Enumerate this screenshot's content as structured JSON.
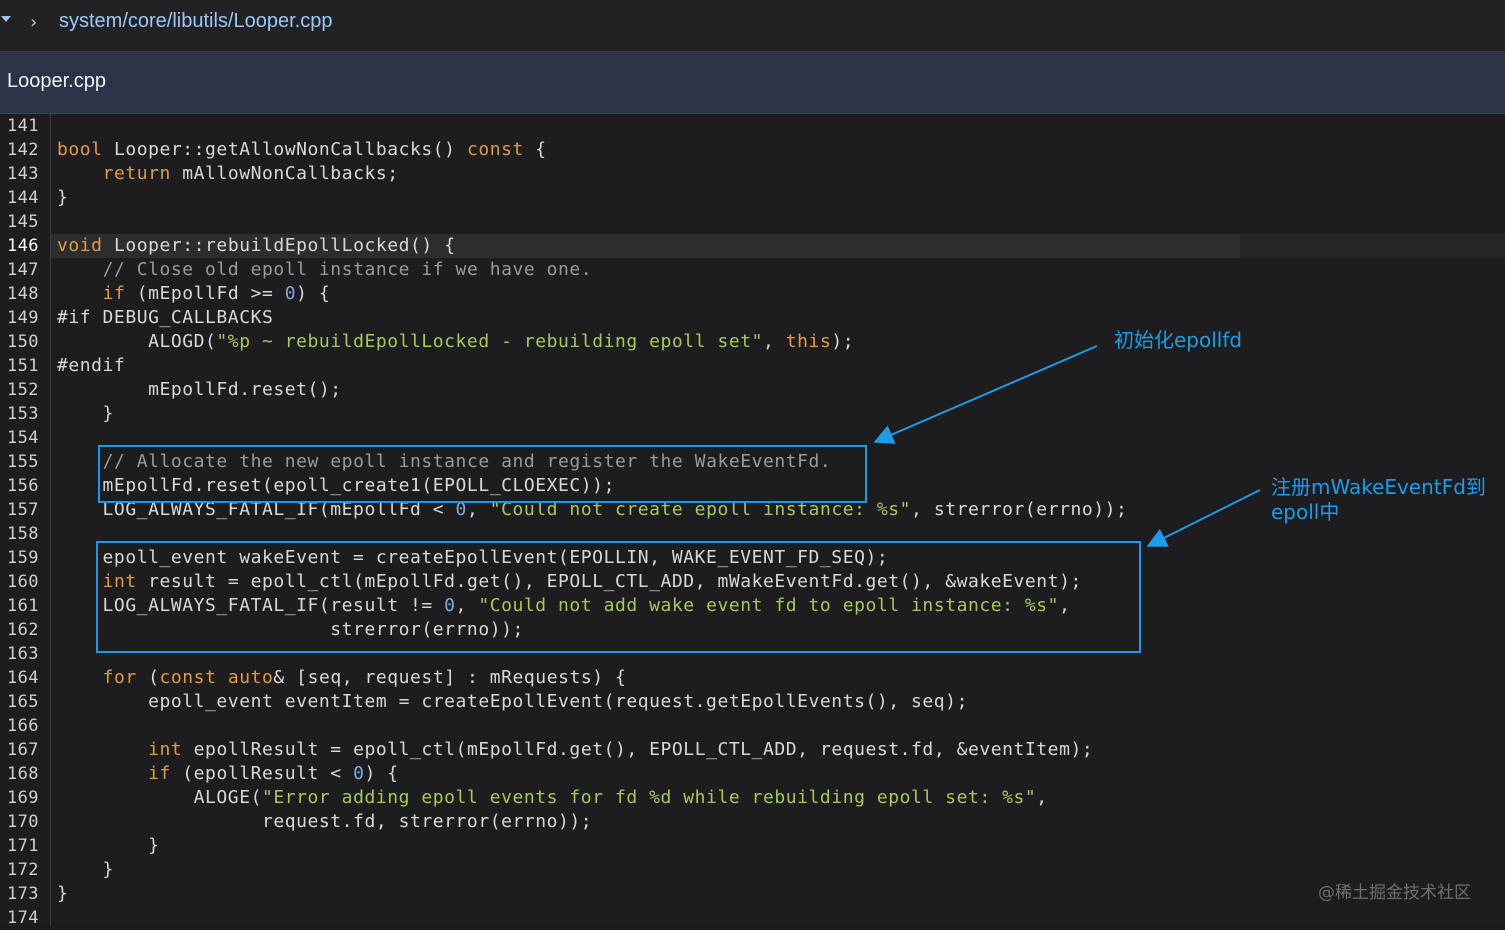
{
  "breadcrumb": {
    "path": "system/core/libutils/Looper.cpp"
  },
  "tab": {
    "title": "Looper.cpp"
  },
  "editor": {
    "current_line": "146",
    "lines": [
      {
        "n": "141",
        "c": []
      },
      {
        "n": "142",
        "c": [
          [
            "kw",
            "bool"
          ],
          [
            "p",
            " Looper::getAllowNonCallbacks() "
          ],
          [
            "kw",
            "const"
          ],
          [
            "p",
            " {"
          ]
        ]
      },
      {
        "n": "143",
        "c": [
          [
            "p",
            "    "
          ],
          [
            "kw",
            "return"
          ],
          [
            "p",
            " mAllowNonCallbacks;"
          ]
        ]
      },
      {
        "n": "144",
        "c": [
          [
            "p",
            "}"
          ]
        ]
      },
      {
        "n": "145",
        "c": []
      },
      {
        "n": "146",
        "c": [
          [
            "kw",
            "void"
          ],
          [
            "p",
            " Looper::rebuildEpollLocked() {"
          ]
        ]
      },
      {
        "n": "147",
        "c": [
          [
            "p",
            "    "
          ],
          [
            "cmt",
            "// Close old epoll instance if we have one."
          ]
        ]
      },
      {
        "n": "148",
        "c": [
          [
            "p",
            "    "
          ],
          [
            "kw",
            "if"
          ],
          [
            "p",
            " (mEpollFd >= "
          ],
          [
            "num",
            "0"
          ],
          [
            "p",
            ") {"
          ]
        ]
      },
      {
        "n": "149",
        "c": [
          [
            "p",
            "#if DEBUG_CALLBACKS"
          ]
        ]
      },
      {
        "n": "150",
        "c": [
          [
            "p",
            "        ALOGD("
          ],
          [
            "str",
            "\"%p ~ rebuildEpollLocked - rebuilding epoll set\""
          ],
          [
            "p",
            ", "
          ],
          [
            "kw",
            "this"
          ],
          [
            "p",
            ");"
          ]
        ]
      },
      {
        "n": "151",
        "c": [
          [
            "p",
            "#endif"
          ]
        ]
      },
      {
        "n": "152",
        "c": [
          [
            "p",
            "        mEpollFd.reset();"
          ]
        ]
      },
      {
        "n": "153",
        "c": [
          [
            "p",
            "    }"
          ]
        ]
      },
      {
        "n": "154",
        "c": []
      },
      {
        "n": "155",
        "c": [
          [
            "p",
            "    "
          ],
          [
            "cmt",
            "// Allocate the new epoll instance and register the WakeEventFd."
          ]
        ]
      },
      {
        "n": "156",
        "c": [
          [
            "p",
            "    mEpollFd.reset(epoll_create1(EPOLL_CLOEXEC));"
          ]
        ]
      },
      {
        "n": "157",
        "c": [
          [
            "p",
            "    LOG_ALWAYS_FATAL_IF(mEpollFd < "
          ],
          [
            "num",
            "0"
          ],
          [
            "p",
            ", "
          ],
          [
            "str",
            "\"Could not create epoll instance: %s\""
          ],
          [
            "p",
            ", strerror(errno));"
          ]
        ]
      },
      {
        "n": "158",
        "c": []
      },
      {
        "n": "159",
        "c": [
          [
            "p",
            "    epoll_event wakeEvent = createEpollEvent(EPOLLIN, WAKE_EVENT_FD_SEQ);"
          ]
        ]
      },
      {
        "n": "160",
        "c": [
          [
            "p",
            "    "
          ],
          [
            "kw",
            "int"
          ],
          [
            "p",
            " result = epoll_ctl(mEpollFd.get(), EPOLL_CTL_ADD, mWakeEventFd.get(), &wakeEvent);"
          ]
        ]
      },
      {
        "n": "161",
        "c": [
          [
            "p",
            "    LOG_ALWAYS_FATAL_IF(result != "
          ],
          [
            "num",
            "0"
          ],
          [
            "p",
            ", "
          ],
          [
            "str",
            "\"Could not add wake event fd to epoll instance: %s\""
          ],
          [
            "p",
            ","
          ]
        ]
      },
      {
        "n": "162",
        "c": [
          [
            "p",
            "                        strerror(errno));"
          ]
        ]
      },
      {
        "n": "163",
        "c": []
      },
      {
        "n": "164",
        "c": [
          [
            "p",
            "    "
          ],
          [
            "kw",
            "for"
          ],
          [
            "p",
            " ("
          ],
          [
            "kw",
            "const"
          ],
          [
            "p",
            " "
          ],
          [
            "kw",
            "auto"
          ],
          [
            "p",
            "& [seq, request] : mRequests) {"
          ]
        ]
      },
      {
        "n": "165",
        "c": [
          [
            "p",
            "        epoll_event eventItem = createEpollEvent(request.getEpollEvents(), seq);"
          ]
        ]
      },
      {
        "n": "166",
        "c": []
      },
      {
        "n": "167",
        "c": [
          [
            "p",
            "        "
          ],
          [
            "kw",
            "int"
          ],
          [
            "p",
            " epollResult = epoll_ctl(mEpollFd.get(), EPOLL_CTL_ADD, request.fd, &eventItem);"
          ]
        ]
      },
      {
        "n": "168",
        "c": [
          [
            "p",
            "        "
          ],
          [
            "kw",
            "if"
          ],
          [
            "p",
            " (epollResult < "
          ],
          [
            "num",
            "0"
          ],
          [
            "p",
            ") {"
          ]
        ]
      },
      {
        "n": "169",
        "c": [
          [
            "p",
            "            ALOGE("
          ],
          [
            "str",
            "\"Error adding epoll events for fd %d while rebuilding epoll set: %s\""
          ],
          [
            "p",
            ","
          ]
        ]
      },
      {
        "n": "170",
        "c": [
          [
            "p",
            "                  request.fd, strerror(errno));"
          ]
        ]
      },
      {
        "n": "171",
        "c": [
          [
            "p",
            "        }"
          ]
        ]
      },
      {
        "n": "172",
        "c": [
          [
            "p",
            "    }"
          ]
        ]
      },
      {
        "n": "173",
        "c": [
          [
            "p",
            "}"
          ]
        ]
      },
      {
        "n": "174",
        "c": []
      }
    ]
  },
  "annotations": {
    "init_epollfd": "初始化epollfd",
    "register_line1": "注册mWakeEventFd到",
    "register_line2": "epoll中"
  },
  "watermark": "@稀土掘金技术社区",
  "colors": {
    "keyword": "#e19a45",
    "string": "#a6c85e",
    "number": "#82a7dd",
    "comment": "#9a9a9a",
    "annotation": "#1e9be9"
  }
}
